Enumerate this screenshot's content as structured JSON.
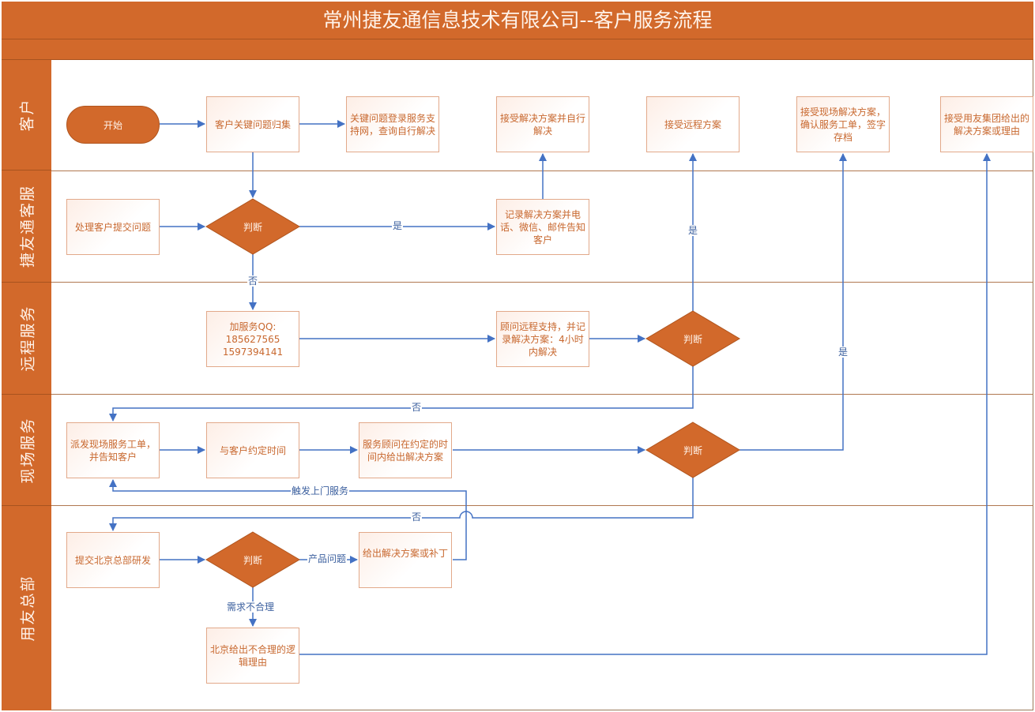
{
  "title": "常州捷友通信息技术有限公司--客户服务流程",
  "colors": {
    "header": "#d2692b",
    "header_text": "#fff3ea",
    "node_border": "#e2a98a",
    "node_text": "#c8682f",
    "connector": "#4472c4",
    "lane_divider": "#b07850"
  },
  "lanes": [
    {
      "id": "customer",
      "label": "客户"
    },
    {
      "id": "jyt-service",
      "label": "捷友通客服"
    },
    {
      "id": "remote",
      "label": "远程服务"
    },
    {
      "id": "onsite",
      "label": "现场服务"
    },
    {
      "id": "yonyou-hq",
      "label": "用友总部"
    }
  ],
  "nodes": {
    "start": "开始",
    "collect": "客户关键问题归集",
    "login_portal": "关键问题登录服务支持网，查询自行解决",
    "accept_self": "接受解决方案并自行解决",
    "accept_remote": "接受远程方案",
    "accept_onsite": "接受现场解决方案，确认服务工单，签字存档",
    "accept_yonyou": "接受用友集团给出的解决方案或理由",
    "handle_issue": "处理客户提交问题",
    "decision1": "判断",
    "record_notify": "记录解决方案并电话、微信、邮件告知客户",
    "add_qq_title": "加服务QQ:",
    "add_qq_1": "185627565",
    "add_qq_2": "1597394141",
    "remote_support": "顾问远程支持，并记录解决方案：4小时内解决",
    "decision2": "判断",
    "dispatch": "派发现场服务工单，并告知客户",
    "schedule": "与客户约定时间",
    "consultant_solve": "服务顾问在约定的时间内给出解决方案",
    "decision3": "判断",
    "submit_hq": "提交北京总部研发",
    "decision4": "判断",
    "give_patch": "给出解决方案或补丁",
    "beijing_reason": "北京给出不合理的逻辑理由"
  },
  "edge_labels": {
    "d1_yes": "是",
    "d1_no": "否",
    "d2_yes": "是",
    "d2_no": "否",
    "d3_yes": "是",
    "d3_no": "否",
    "trigger_onsite": "触发上门服务",
    "product_issue": "产品问题",
    "unreasonable": "需求不合理"
  }
}
